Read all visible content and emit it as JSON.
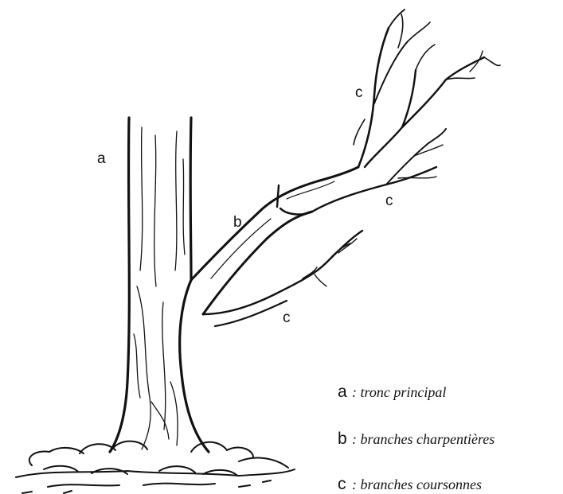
{
  "labels": {
    "a": "a",
    "b": "b",
    "c_top": "c",
    "c_mid": "c",
    "c_low": "c"
  },
  "legend": [
    {
      "letter": "a",
      "text": ": tronc principal"
    },
    {
      "letter": "b",
      "text": ": branches charpentières"
    },
    {
      "letter": "c",
      "text": ": branches coursonnes"
    }
  ],
  "colors": {
    "ink": "#111111",
    "background": "#ffffff"
  }
}
